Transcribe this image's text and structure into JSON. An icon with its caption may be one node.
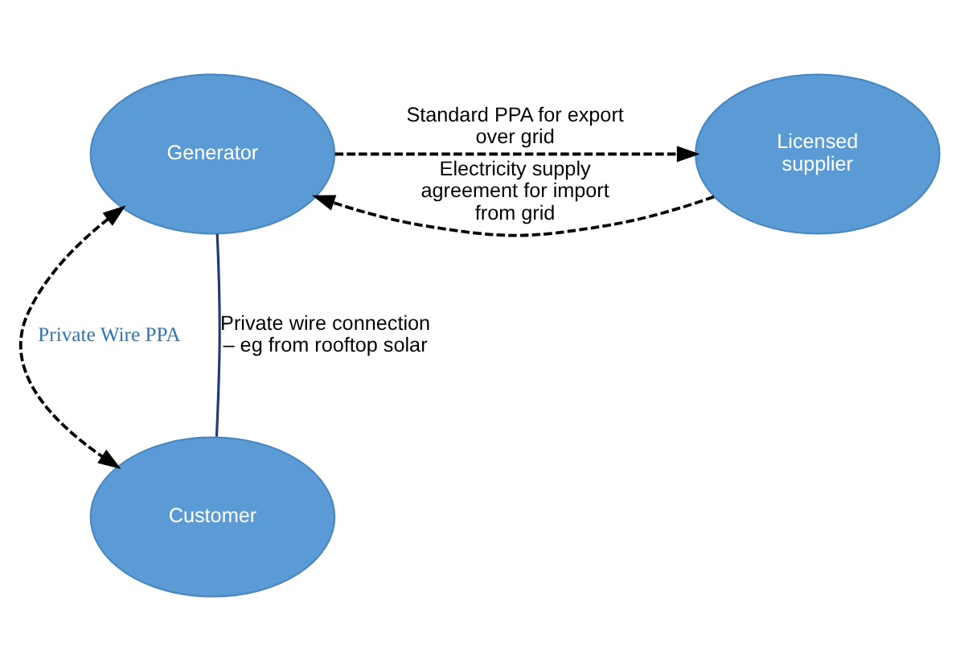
{
  "diagram": {
    "nodes": [
      {
        "text": [
          "Generator"
        ]
      },
      {
        "text": [
          "Licensed supplier"
        ]
      },
      {
        "text": [
          "Customer"
        ]
      }
    ],
    "edges": [
      {
        "from": 0,
        "to": 1,
        "arrow": "to",
        "style": "dashed",
        "label": "Standard PPA for export over grid"
      },
      {
        "from": 1,
        "to": 0,
        "arrow": "to",
        "style": "dashed",
        "label": "Electricity supply agreement for import from grid"
      },
      {
        "from": 0,
        "to": 2,
        "arrow": "both",
        "style": "dashed",
        "label": "Private Wire PPA"
      },
      {
        "from": 0,
        "to": 2,
        "arrow": "none",
        "color": "#1f3b7a",
        "label": "Private wire connection – eg from rooftop solar"
      }
    ]
  }
}
